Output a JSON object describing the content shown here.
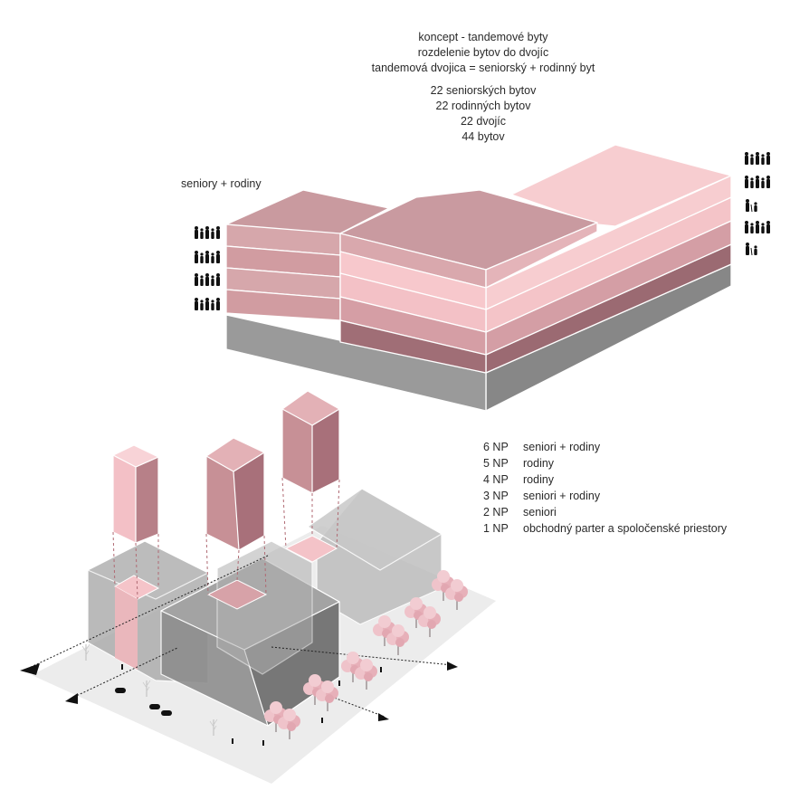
{
  "header": {
    "line1": "koncept - tandemové byty",
    "line2": "rozdelenie bytov do dvojíc",
    "line3": "tandemová dvojica = seniorský + rodinný byt"
  },
  "stats": [
    "22 seniorských bytov",
    "22 rodinných bytov",
    "22 dvojíc",
    "44 bytov"
  ],
  "block_label": "seniory + rodiny",
  "floors": [
    {
      "level": "6 NP",
      "label": "seniori + rodiny"
    },
    {
      "level": "5 NP",
      "label": "rodiny"
    },
    {
      "level": "4 NP",
      "label": "rodiny"
    },
    {
      "level": "3 NP",
      "label": "seniori + rodiny"
    },
    {
      "level": "2 NP",
      "label": "seniori"
    },
    {
      "level": "1 NP",
      "label": "obchodný parter a spoločenské priestory"
    }
  ],
  "colors": {
    "light_pink": "#f6c9cc",
    "mid_pink": "#cf9ea2",
    "dark_pink": "#a9737a",
    "grey": "#9c9c9c",
    "dark_grey": "#7f7f7f",
    "tree": "#e9b9c0"
  },
  "icons": [
    "family-group-icon",
    "senior-figure-icon",
    "tree-icon",
    "car-icon",
    "section-arrow-icon"
  ]
}
